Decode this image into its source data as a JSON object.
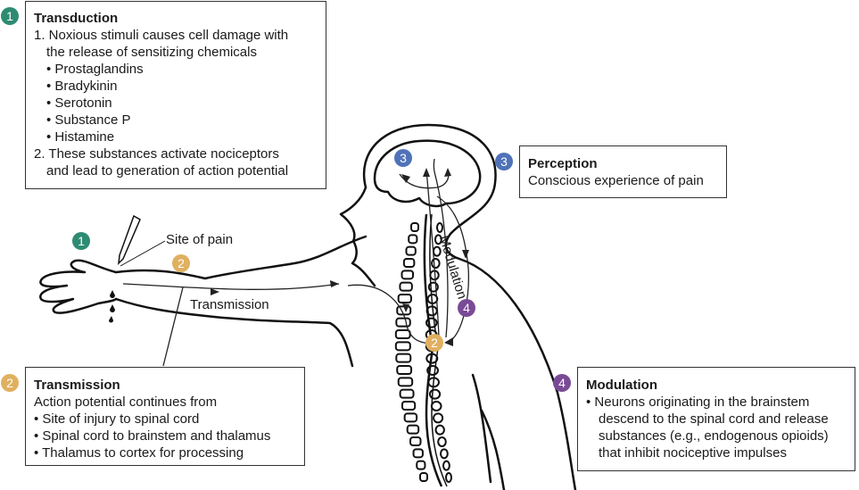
{
  "transduction": {
    "badge": "1",
    "title": "Transduction",
    "item1_line1": "1. Noxious stimuli causes cell damage with",
    "item1_line2": "the release of sensitizing chemicals",
    "chemicals": [
      "• Prostaglandins",
      "• Bradykinin",
      "• Serotonin",
      "• Substance P",
      "• Histamine"
    ],
    "item2_line1": "2. These substances activate nociceptors",
    "item2_line2": "and lead to generation of action potential"
  },
  "perception": {
    "badge": "3",
    "title": "Perception",
    "text": "Conscious experience of pain"
  },
  "transmission": {
    "badge": "2",
    "title": "Transmission",
    "intro": "Action potential continues from",
    "items": [
      "• Site of injury to spinal cord",
      "• Spinal cord to brainstem and thalamus",
      "• Thalamus to cortex for processing"
    ]
  },
  "modulation": {
    "badge": "4",
    "title": "Modulation",
    "line1": "• Neurons originating in the brainstem",
    "line2": "descend to the spinal cord and release",
    "line3": "substances (e.g., endogenous opioids)",
    "line4": "that inhibit nociceptive impulses"
  },
  "figure_labels": {
    "site_of_pain": "Site of pain",
    "transmission": "Transmission",
    "modulation": "Modulation",
    "badge_arm_1": "1",
    "badge_arm_2": "2",
    "badge_brain_3": "3",
    "badge_spine_2": "2",
    "badge_spine_4": "4"
  },
  "colors": {
    "transduction": "#2e8b73",
    "transmission": "#e0b060",
    "perception": "#4f72b8",
    "modulation": "#7a4a96"
  }
}
